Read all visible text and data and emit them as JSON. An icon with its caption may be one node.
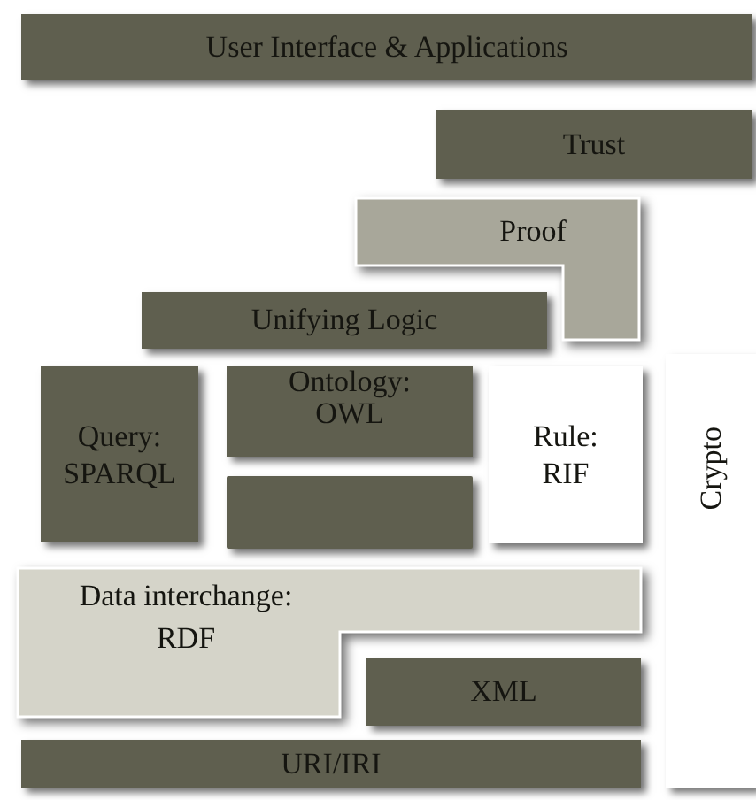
{
  "diagram": {
    "nodes": [
      {
        "text": [
          "User Interface & Applications"
        ]
      },
      {
        "text": [
          "Trust"
        ]
      },
      {
        "text": [
          "Proof"
        ]
      },
      {
        "text": [
          "Unifying Logic"
        ]
      },
      {
        "text": [
          "Query: SPARQL"
        ]
      },
      {
        "text": [
          "Ontology: OWL"
        ]
      },
      {
        "text": [],
        "shape": "box"
      },
      {
        "text": [
          "Rule: RIF"
        ]
      },
      {
        "text": [
          "Crypto"
        ]
      },
      {
        "text": [
          "Data interchange: RDF"
        ]
      },
      {
        "text": [
          "XML"
        ]
      },
      {
        "text": [
          "URI/IRI"
        ]
      }
    ]
  }
}
